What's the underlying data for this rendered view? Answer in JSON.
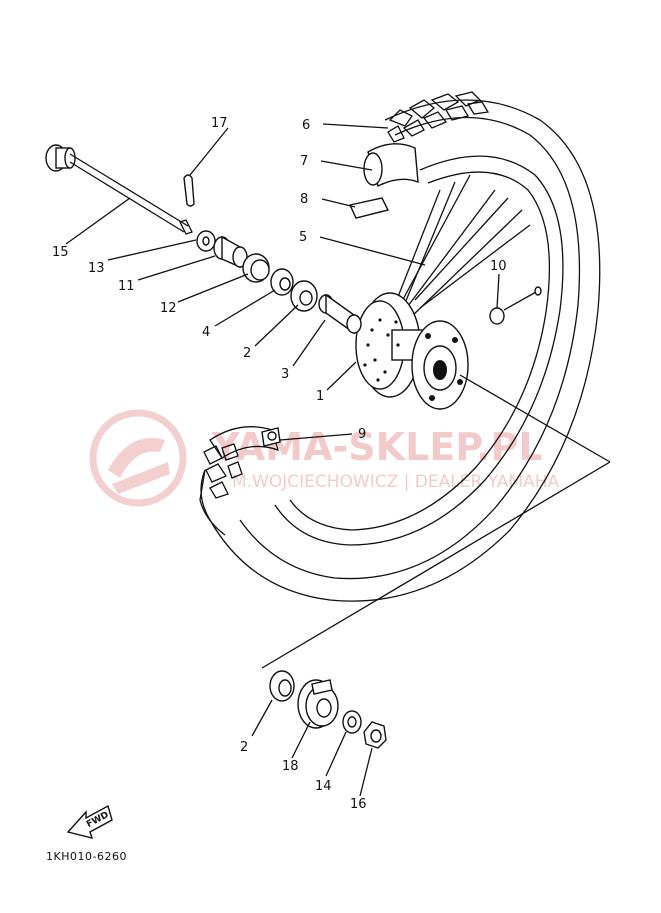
{
  "diagram": {
    "part_code": "1KH010-6260",
    "fwd_label": "FWD",
    "watermark": {
      "main_text": "YAMA-SKLEP.PL",
      "sub_text": "M.WOJCIECHOWICZ | DEALER YAMAHA"
    },
    "callouts": [
      {
        "id": "c1",
        "label": "1"
      },
      {
        "id": "c2a",
        "label": "2"
      },
      {
        "id": "c2b",
        "label": "2"
      },
      {
        "id": "c3",
        "label": "3"
      },
      {
        "id": "c4",
        "label": "4"
      },
      {
        "id": "c5",
        "label": "5"
      },
      {
        "id": "c6",
        "label": "6"
      },
      {
        "id": "c7",
        "label": "7"
      },
      {
        "id": "c8",
        "label": "8"
      },
      {
        "id": "c9",
        "label": "9"
      },
      {
        "id": "c10",
        "label": "10"
      },
      {
        "id": "c11",
        "label": "11"
      },
      {
        "id": "c12",
        "label": "12"
      },
      {
        "id": "c13",
        "label": "13"
      },
      {
        "id": "c14",
        "label": "14"
      },
      {
        "id": "c15",
        "label": "15"
      },
      {
        "id": "c16",
        "label": "16"
      },
      {
        "id": "c17",
        "label": "17"
      },
      {
        "id": "c18",
        "label": "18"
      }
    ],
    "colors": {
      "line": "#111111",
      "watermark": "#e8a0a0"
    }
  }
}
